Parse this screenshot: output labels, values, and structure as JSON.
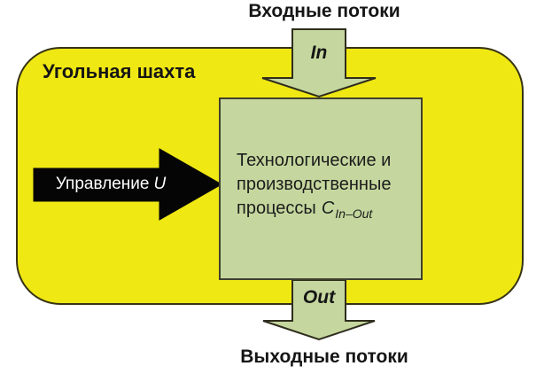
{
  "diagram": {
    "input_flows_label": "Входные потоки",
    "output_flows_label": "Выходные потоки",
    "coal_mine_label": "Угольная шахта",
    "in_arrow_label": "In",
    "out_arrow_label": "Out",
    "control_label": "Управление",
    "control_variable": "U",
    "process_box": {
      "line1": "Технологические и",
      "line2": "производственные",
      "line3_prefix": "процессы",
      "variable": "C",
      "subscript": "In–Out"
    },
    "colors": {
      "background": "#ffffff",
      "container_fill": "#f0e813",
      "container_border": "#363314",
      "flow_arrow_fill": "#c5d79e",
      "flow_arrow_border": "#2f2d1d",
      "process_box_fill": "#c5d79e",
      "process_box_border": "#40402e",
      "control_arrow_fill": "#050505",
      "control_text": "#ffffff",
      "text": "#151515"
    }
  }
}
